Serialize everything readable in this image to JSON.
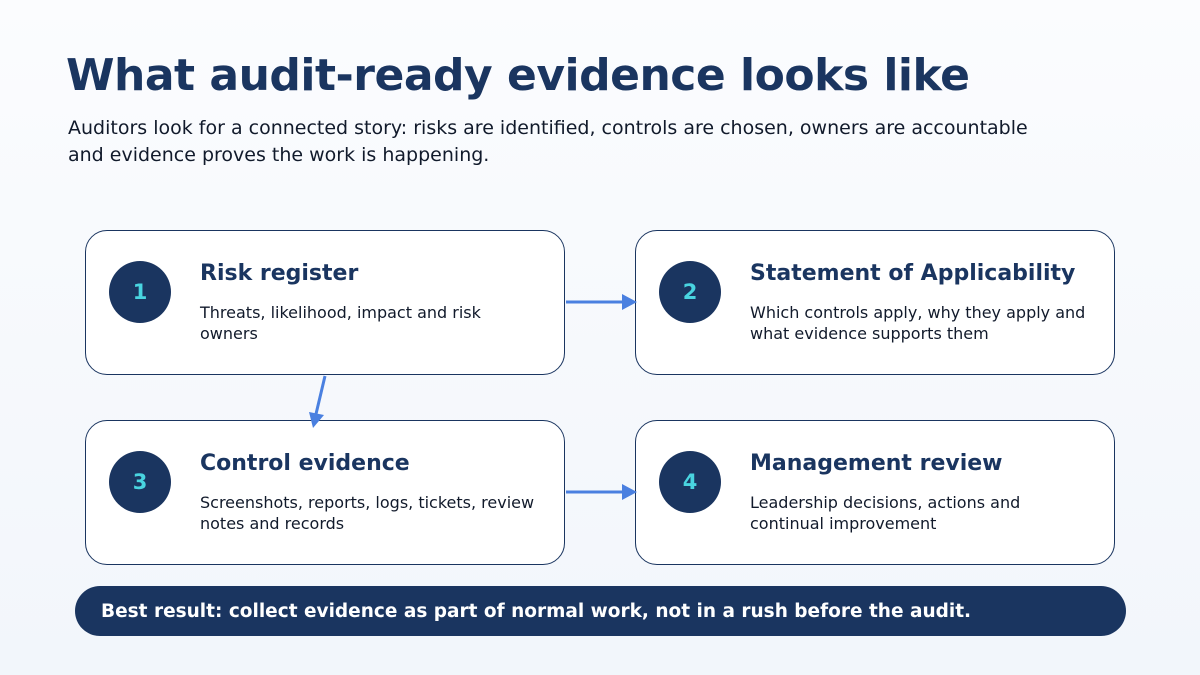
{
  "header": {
    "title": "What audit-ready evidence looks like",
    "subtitle": "Auditors look for a connected story: risks are identified, controls are chosen, owners are accountable and evidence proves the work is happening."
  },
  "steps": [
    {
      "number": "1",
      "title": "Risk register",
      "description": "Threats, likelihood, impact and risk owners"
    },
    {
      "number": "2",
      "title": "Statement of Applicability",
      "description": "Which controls apply, why they apply and what evidence supports them"
    },
    {
      "number": "3",
      "title": "Control evidence",
      "description": "Screenshots, reports, logs, tickets, review notes and records"
    },
    {
      "number": "4",
      "title": "Management review",
      "description": "Leadership decisions, actions and continual improvement"
    }
  ],
  "banner": {
    "text": "Best result: collect evidence as part of normal work, not in a rush before the audit."
  },
  "colors": {
    "navy": "#1a3560",
    "accent_number": "#49d4e0",
    "arrow": "#4a80e0"
  }
}
